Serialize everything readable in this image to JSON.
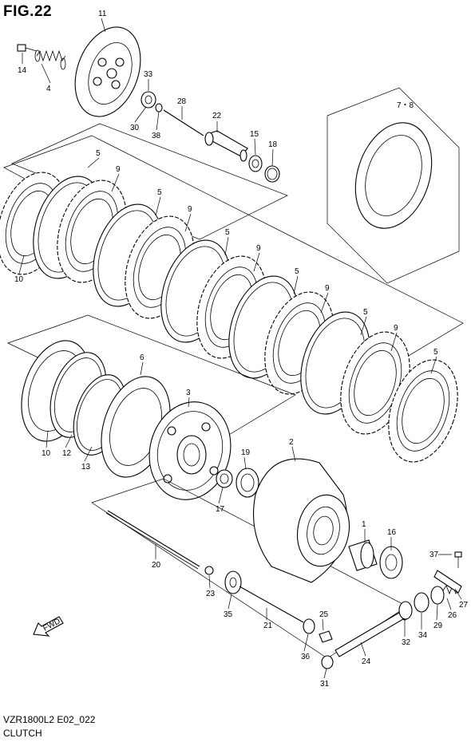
{
  "figure": {
    "title": "FIG.22",
    "code": "VZR1800L2 E02_022",
    "name": "CLUTCH",
    "fwd_arrow_label": "FWD"
  },
  "callouts": {
    "p11": "11",
    "p14": "14",
    "p4": "4",
    "p33": "33",
    "p30": "30",
    "p38": "38",
    "p28": "28",
    "p22": "22",
    "p15": "15",
    "p18": "18",
    "p78": "7・8",
    "p5a": "5",
    "p9a": "9",
    "p5b": "5",
    "p9b": "9",
    "p5c": "5",
    "p9c": "9",
    "p5d": "5",
    "p9d": "9",
    "p5e": "5",
    "p9e": "9",
    "p5f": "5",
    "p10a": "10",
    "p6": "6",
    "p3": "3",
    "p10b": "10",
    "p12": "12",
    "p13": "13",
    "p19": "19",
    "p17": "17",
    "p2": "2",
    "p1": "1",
    "p16": "16",
    "p20": "20",
    "p23": "23",
    "p35": "35",
    "p21": "21",
    "p25": "25",
    "p36": "36",
    "p37": "37",
    "p27": "27",
    "p26": "26",
    "p29": "29",
    "p34": "34",
    "p32": "32",
    "p24": "24",
    "p31": "31"
  }
}
